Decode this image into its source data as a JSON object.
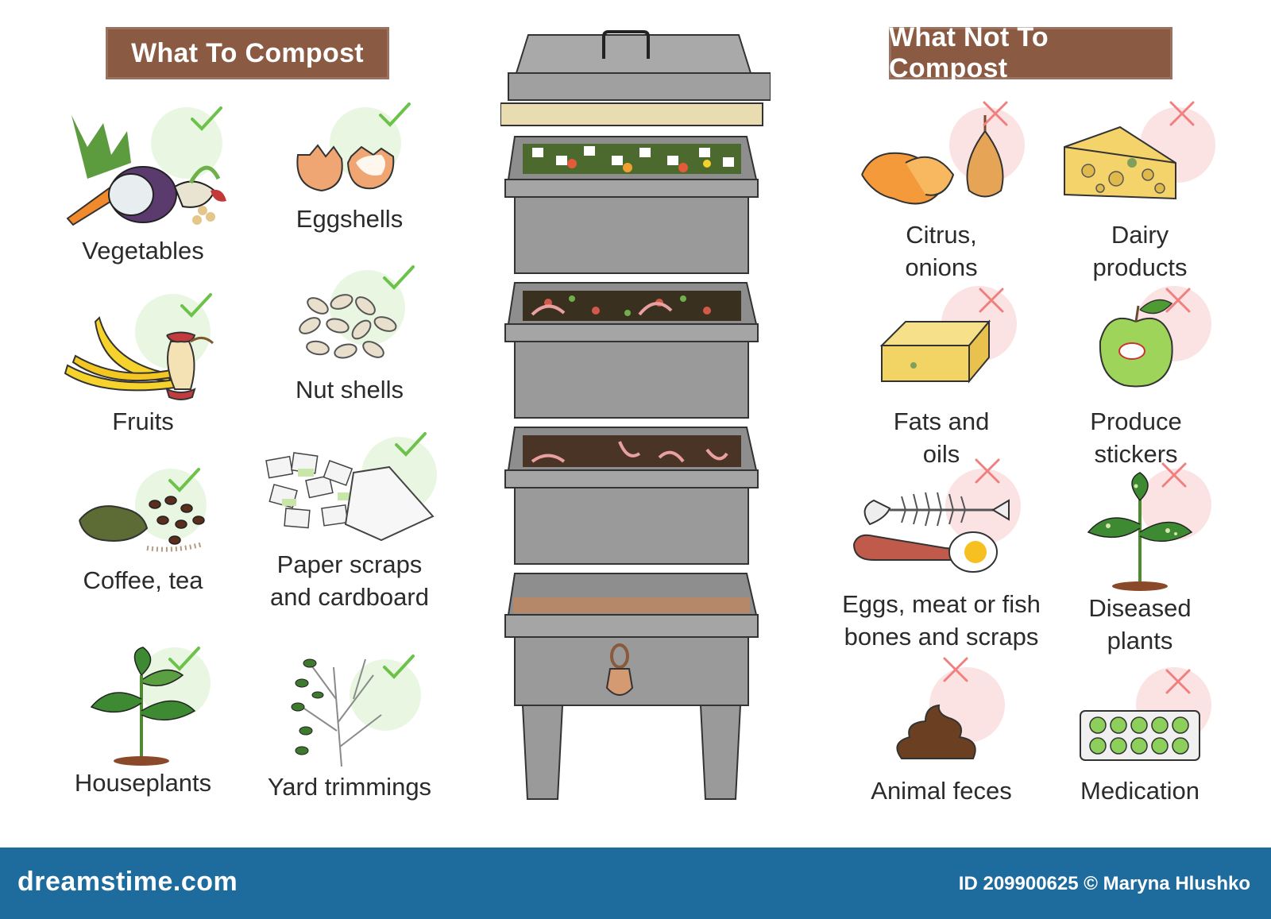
{
  "left_banner": "What To Compost",
  "right_banner": "What Not To Compost",
  "compost_items": [
    {
      "label": "Vegetables",
      "icon": "vegetables-icon"
    },
    {
      "label": "Eggshells",
      "icon": "eggshells-icon"
    },
    {
      "label": "Fruits",
      "icon": "fruits-icon"
    },
    {
      "label": "Nut shells",
      "icon": "nut-shells-icon"
    },
    {
      "label": "Coffee, tea",
      "icon": "coffee-tea-icon"
    },
    {
      "label": "Paper scraps\nand cardboard",
      "icon": "paper-scraps-icon"
    },
    {
      "label": "Houseplants",
      "icon": "houseplant-icon"
    },
    {
      "label": "Yard trimmings",
      "icon": "yard-trimmings-icon"
    }
  ],
  "not_compost_items": [
    {
      "label": "Citrus,\nonions",
      "icon": "citrus-onion-icon"
    },
    {
      "label": "Dairy\nproducts",
      "icon": "cheese-icon"
    },
    {
      "label": "Fats and\noils",
      "icon": "butter-icon"
    },
    {
      "label": "Produce\nstickers",
      "icon": "apple-sticker-icon"
    },
    {
      "label": "Eggs, meat or fish\nbones and scraps",
      "icon": "fish-bone-icon"
    },
    {
      "label": "Diseased\nplants",
      "icon": "diseased-plant-icon"
    },
    {
      "label": "Animal feces",
      "icon": "feces-icon"
    },
    {
      "label": "Medication",
      "icon": "pills-icon"
    }
  ],
  "footer": {
    "brand": "dreamstime.com",
    "credit": "ID 209900625 © Maryna Hlushko"
  },
  "colors": {
    "banner": "#8a5a43",
    "check": "#6cc24a",
    "cross": "#f08080",
    "bin": "#9e9e9e",
    "footer": "#1e6c9e"
  }
}
